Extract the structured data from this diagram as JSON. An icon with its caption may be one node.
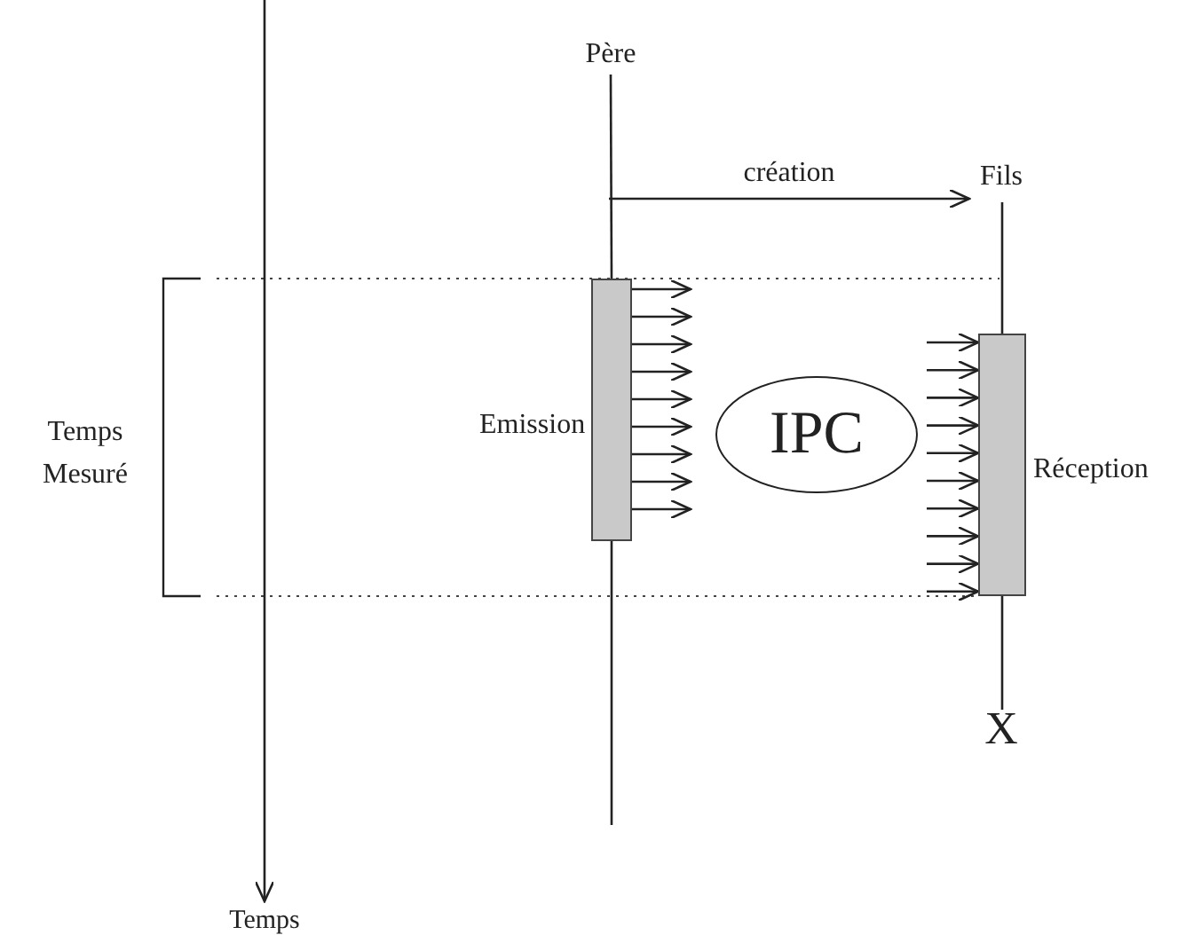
{
  "diagram": {
    "nodes": [
      {
        "text": [
          "Père"
        ]
      },
      {
        "text": [
          "Fils"
        ]
      },
      {
        "text": [],
        "shape": "bar",
        "beside": [
          "Emission"
        ]
      },
      {
        "text": [
          "IPC"
        ]
      },
      {
        "text": [],
        "shape": "bar",
        "beside": [
          "Réception"
        ]
      },
      {
        "text": [
          "X"
        ]
      },
      {
        "text": [
          "Temps"
        ]
      }
    ],
    "edges": [
      {
        "from": null,
        "to": 1,
        "label": "création",
        "arrow": "to"
      },
      {
        "from": 0,
        "to": 2,
        "arrow": "none"
      },
      {
        "from": 2,
        "to": null,
        "arrow": "none"
      },
      {
        "from": 1,
        "to": 4,
        "arrow": "none"
      },
      {
        "from": 4,
        "to": 5,
        "arrow": "none"
      },
      {
        "from": null,
        "to": 6,
        "arrow": "to"
      },
      {
        "from": 2,
        "to": null,
        "arrow": "to"
      },
      {
        "from": 2,
        "to": null,
        "arrow": "to"
      },
      {
        "from": 2,
        "to": 3,
        "arrow": "to"
      },
      {
        "from": 2,
        "to": 3,
        "arrow": "to"
      },
      {
        "from": 2,
        "to": 3,
        "arrow": "to"
      },
      {
        "from": 2,
        "to": 3,
        "arrow": "to"
      },
      {
        "from": 2,
        "to": 3,
        "arrow": "to"
      },
      {
        "from": 2,
        "to": 3,
        "arrow": "to"
      },
      {
        "from": 2,
        "to": 3,
        "arrow": "to"
      },
      {
        "from": null,
        "to": 4,
        "arrow": "to"
      },
      {
        "from": 3,
        "to": 4,
        "arrow": "to"
      },
      {
        "from": 3,
        "to": 4,
        "arrow": "to"
      },
      {
        "from": 3,
        "to": 4,
        "arrow": "to"
      },
      {
        "from": 3,
        "to": 4,
        "arrow": "to"
      },
      {
        "from": 3,
        "to": 4,
        "arrow": "to"
      },
      {
        "from": 3,
        "to": 4,
        "arrow": "to"
      },
      {
        "from": null,
        "to": 4,
        "arrow": "to"
      },
      {
        "from": null,
        "to": 4,
        "arrow": "to"
      },
      {
        "from": null,
        "to": 4,
        "arrow": "to"
      }
    ],
    "labels": [
      "Temps Mesuré"
    ]
  }
}
